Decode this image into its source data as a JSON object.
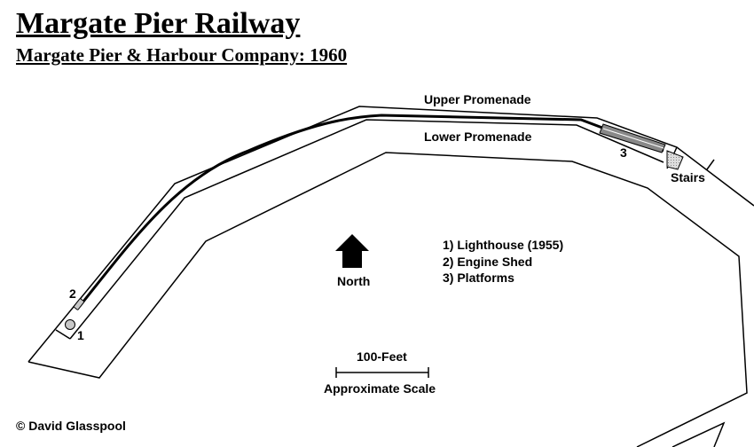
{
  "title": "Margate Pier Railway",
  "subtitle": "Margate Pier & Harbour Company: 1960",
  "labels": {
    "upper_promenade": "Upper Promenade",
    "lower_promenade": "Lower Promenade",
    "stairs": "Stairs",
    "north": "North",
    "marker_1": "1",
    "marker_2": "2",
    "marker_3": "3"
  },
  "legend": [
    "1) Lighthouse (1955)",
    "2) Engine Shed",
    "3) Platforms"
  ],
  "scale": {
    "value": "100-Feet",
    "caption": "Approximate Scale"
  },
  "credit": "© David Glasspool",
  "colors": {
    "line": "#000000",
    "feature_fill": "#c8c8c8",
    "platform_fill": "#888888"
  }
}
